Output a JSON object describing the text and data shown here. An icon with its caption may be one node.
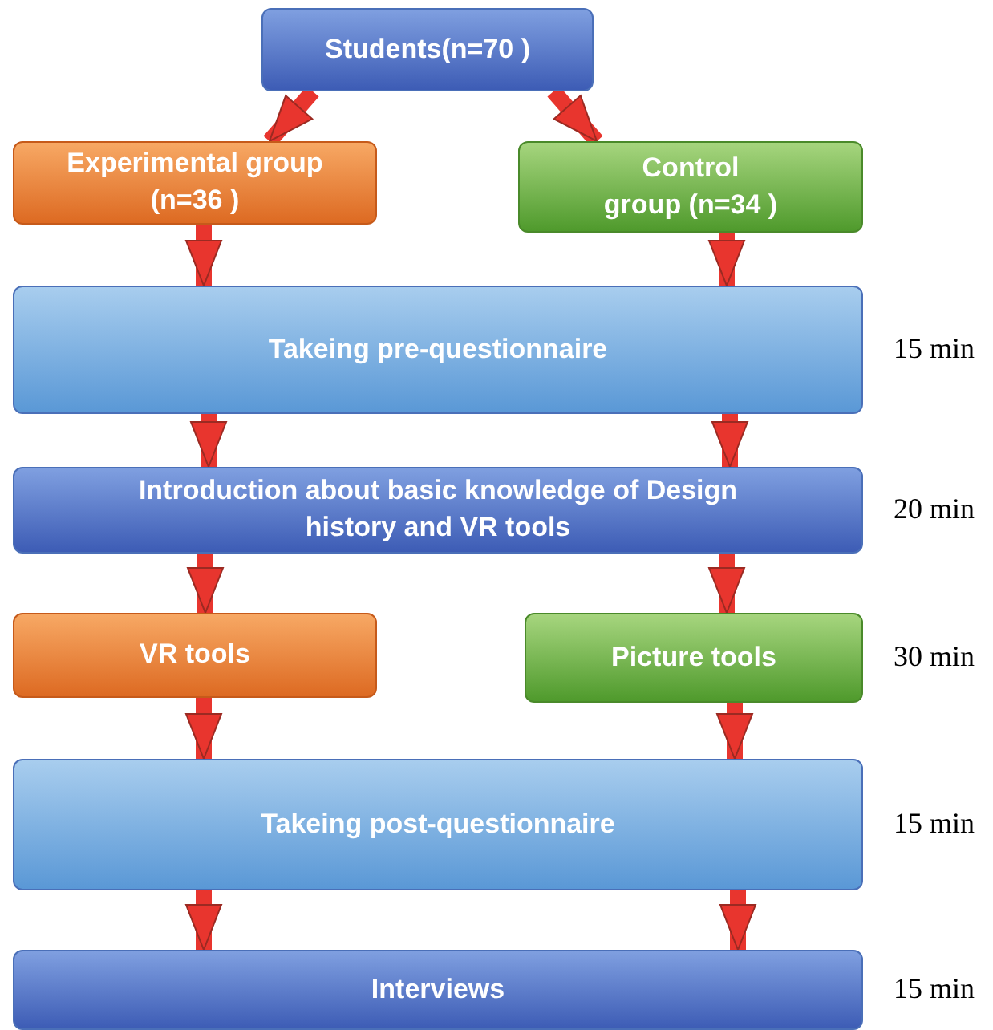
{
  "diagram": {
    "nodes": [
      {
        "text": [
          "Students(n=70 )"
        ]
      },
      {
        "text": [
          "Experimental group (n=36 )"
        ]
      },
      {
        "text": [
          "Control group (n=34 )"
        ]
      },
      {
        "text": [
          "Takeing pre-questionnaire"
        ],
        "beside": [
          "15 min"
        ]
      },
      {
        "text": [
          "Introduction about basic knowledge of Design history and VR tools"
        ],
        "beside": [
          "20 min"
        ]
      },
      {
        "text": [
          "VR tools"
        ]
      },
      {
        "text": [
          "Picture tools"
        ],
        "beside": [
          "30 min"
        ]
      },
      {
        "text": [
          "Takeing post-questionnaire"
        ],
        "beside": [
          "15 min"
        ]
      },
      {
        "text": [
          "Interviews"
        ],
        "beside": [
          "15 min"
        ]
      }
    ],
    "edges": [
      {
        "from": 0,
        "to": 1,
        "arrow": "to"
      },
      {
        "from": 0,
        "to": 2,
        "arrow": "to"
      },
      {
        "from": 1,
        "to": 3,
        "arrow": "to"
      },
      {
        "from": 2,
        "to": 3,
        "arrow": "to"
      },
      {
        "from": 3,
        "to": 4,
        "arrow": "to"
      },
      {
        "from": 3,
        "to": 4,
        "arrow": "to"
      },
      {
        "from": 4,
        "to": 5,
        "arrow": "to"
      },
      {
        "from": 4,
        "to": 6,
        "arrow": "to"
      },
      {
        "from": 5,
        "to": 7,
        "arrow": "to"
      },
      {
        "from": 6,
        "to": 7,
        "arrow": "to"
      },
      {
        "from": 7,
        "to": 8,
        "arrow": "to"
      },
      {
        "from": 7,
        "to": 8,
        "arrow": "to"
      }
    ]
  }
}
